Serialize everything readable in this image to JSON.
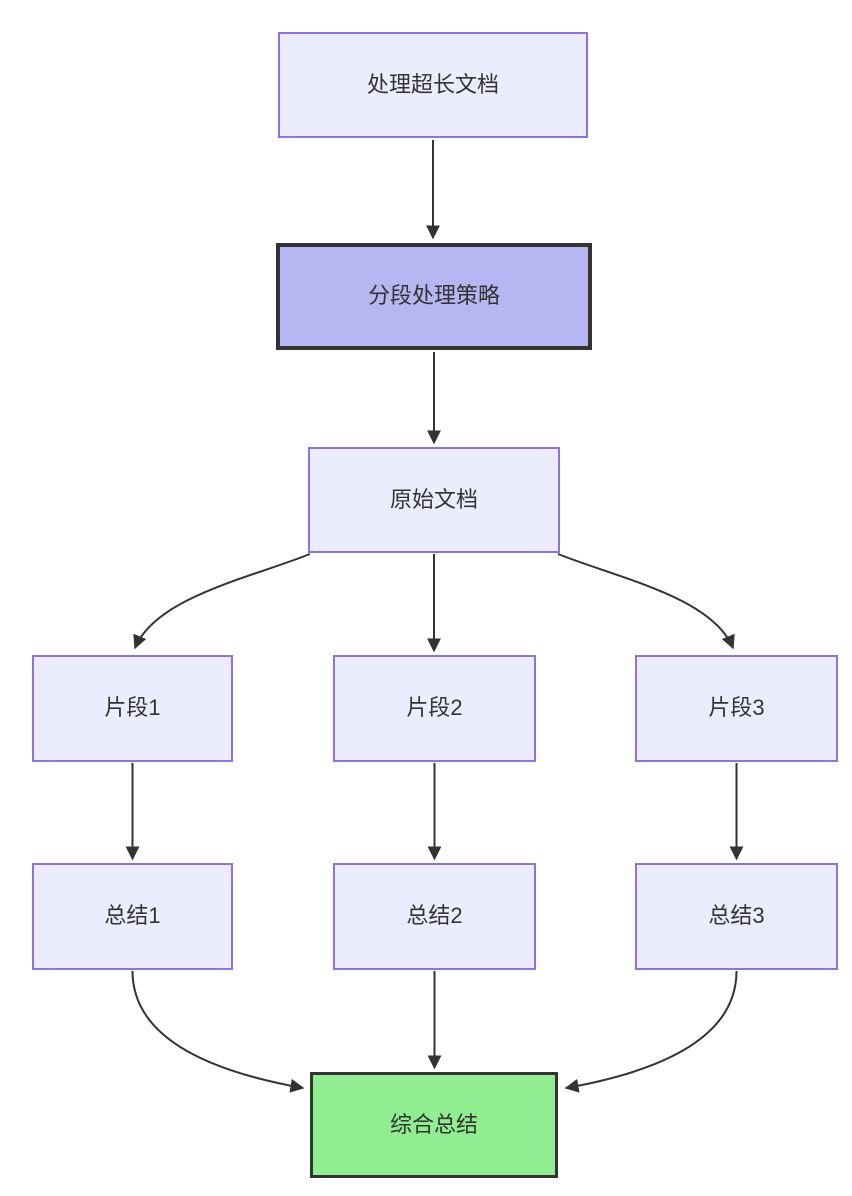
{
  "diagram": {
    "type": "flowchart-top-down",
    "background": "#ffffff",
    "edge_color": "#333333",
    "colors": {
      "node_fill": "#ECECFF",
      "node_border": "#9370DB",
      "highlight_fill": "#B6B6F2",
      "highlight_border": "#333333",
      "result_fill": "#90EE90",
      "result_border": "#333333",
      "text": "#333333"
    },
    "nodes": {
      "a": {
        "label": "处理超长文档",
        "style": "default"
      },
      "b": {
        "label": "分段处理策略",
        "style": "highlight"
      },
      "c": {
        "label": "原始文档",
        "style": "default"
      },
      "d1": {
        "label": "片段1",
        "style": "default"
      },
      "d2": {
        "label": "片段2",
        "style": "default"
      },
      "d3": {
        "label": "片段3",
        "style": "default"
      },
      "e1": {
        "label": "总结1",
        "style": "default"
      },
      "e2": {
        "label": "总结2",
        "style": "default"
      },
      "e3": {
        "label": "总结3",
        "style": "default"
      },
      "f": {
        "label": "综合总结",
        "style": "result"
      }
    },
    "edges": [
      {
        "from": "a",
        "to": "b"
      },
      {
        "from": "b",
        "to": "c"
      },
      {
        "from": "c",
        "to": "d1"
      },
      {
        "from": "c",
        "to": "d2"
      },
      {
        "from": "c",
        "to": "d3"
      },
      {
        "from": "d1",
        "to": "e1"
      },
      {
        "from": "d2",
        "to": "e2"
      },
      {
        "from": "d3",
        "to": "e3"
      },
      {
        "from": "e1",
        "to": "f"
      },
      {
        "from": "e2",
        "to": "f"
      },
      {
        "from": "e3",
        "to": "f"
      }
    ]
  }
}
